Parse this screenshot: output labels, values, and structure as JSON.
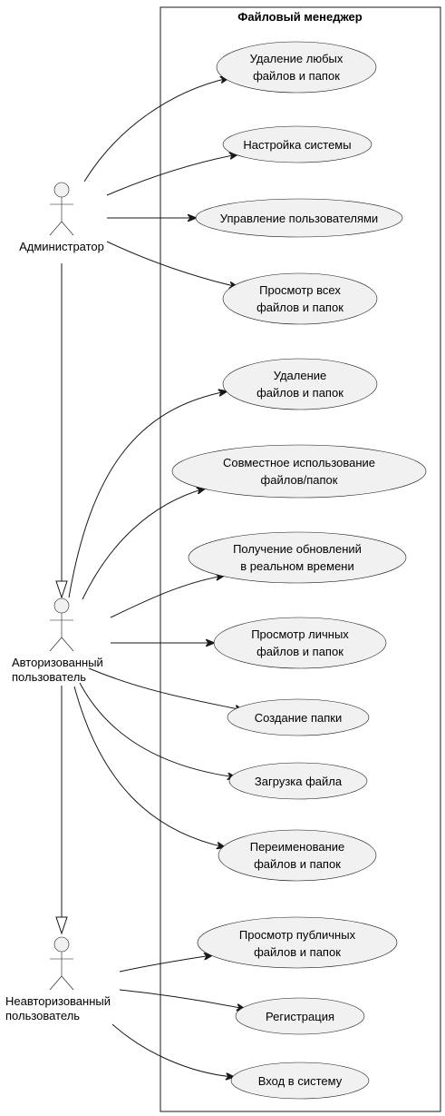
{
  "system": {
    "title": "Файловый менеджер"
  },
  "actors": {
    "admin": {
      "label": "Администратор"
    },
    "authorized": {
      "lines": [
        "Авторизованный",
        "пользователь"
      ]
    },
    "unauthorized": {
      "lines": [
        "Неавторизованный",
        "пользователь"
      ]
    }
  },
  "use_cases": {
    "delete_any": {
      "lines": [
        "Удаление любых",
        "файлов и папок"
      ]
    },
    "configure": {
      "lines": [
        "Настройка системы"
      ]
    },
    "manage_users": {
      "lines": [
        "Управление пользователями"
      ]
    },
    "view_all": {
      "lines": [
        "Просмотр всех",
        "файлов и папок"
      ]
    },
    "delete": {
      "lines": [
        "Удаление",
        "файлов и папок"
      ]
    },
    "share": {
      "lines": [
        "Совместное использование",
        "файлов/папок"
      ]
    },
    "realtime": {
      "lines": [
        "Получение обновлений",
        "в реальном времени"
      ]
    },
    "view_personal": {
      "lines": [
        "Просмотр личных",
        "файлов и папок"
      ]
    },
    "create_folder": {
      "lines": [
        "Создание папки"
      ]
    },
    "upload": {
      "lines": [
        "Загрузка файла"
      ]
    },
    "rename": {
      "lines": [
        "Переименование",
        "файлов и папок"
      ]
    },
    "view_public": {
      "lines": [
        "Просмотр публичных",
        "файлов и папок"
      ]
    },
    "register": {
      "lines": [
        "Регистрация"
      ]
    },
    "login": {
      "lines": [
        "Вход в систему"
      ]
    }
  }
}
